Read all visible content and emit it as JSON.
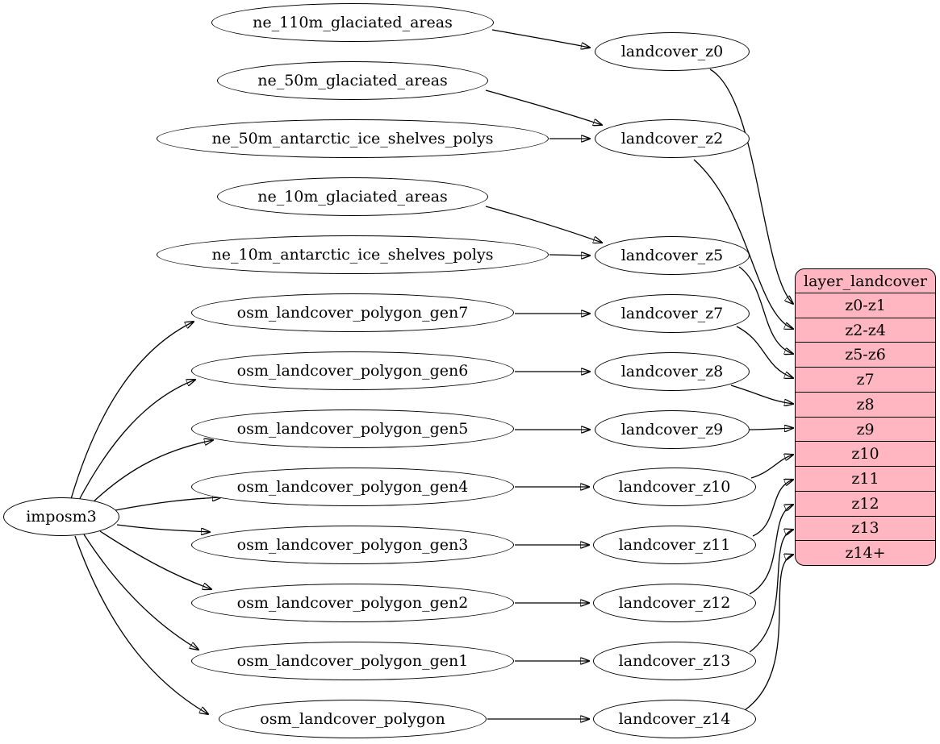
{
  "colors": {
    "background": "#ffffff",
    "node_fill": "#ffffff",
    "node_stroke": "#000000",
    "edge_stroke": "#000000",
    "table_fill": "#ffb6c1",
    "text": "#000000"
  },
  "root_node": {
    "label": "imposm3"
  },
  "source_nodes": [
    "ne_110m_glaciated_areas",
    "ne_50m_glaciated_areas",
    "ne_50m_antarctic_ice_shelves_polys",
    "ne_10m_glaciated_areas",
    "ne_10m_antarctic_ice_shelves_polys",
    "osm_landcover_polygon_gen7",
    "osm_landcover_polygon_gen6",
    "osm_landcover_polygon_gen5",
    "osm_landcover_polygon_gen4",
    "osm_landcover_polygon_gen3",
    "osm_landcover_polygon_gen2",
    "osm_landcover_polygon_gen1",
    "osm_landcover_polygon"
  ],
  "generalized_nodes": [
    "landcover_z0",
    "landcover_z2",
    "landcover_z5",
    "landcover_z7",
    "landcover_z8",
    "landcover_z9",
    "landcover_z10",
    "landcover_z11",
    "landcover_z12",
    "landcover_z13",
    "landcover_z14"
  ],
  "layer_table": {
    "title": "layer_landcover",
    "rows": [
      "z0-z1",
      "z2-z4",
      "z5-z6",
      "z7",
      "z8",
      "z9",
      "z10",
      "z11",
      "z12",
      "z13",
      "z14+"
    ]
  },
  "edges": [
    [
      "imposm3",
      "osm_landcover_polygon_gen7"
    ],
    [
      "imposm3",
      "osm_landcover_polygon_gen6"
    ],
    [
      "imposm3",
      "osm_landcover_polygon_gen5"
    ],
    [
      "imposm3",
      "osm_landcover_polygon_gen4"
    ],
    [
      "imposm3",
      "osm_landcover_polygon_gen3"
    ],
    [
      "imposm3",
      "osm_landcover_polygon_gen2"
    ],
    [
      "imposm3",
      "osm_landcover_polygon_gen1"
    ],
    [
      "imposm3",
      "osm_landcover_polygon"
    ],
    [
      "ne_110m_glaciated_areas",
      "landcover_z0"
    ],
    [
      "ne_50m_glaciated_areas",
      "landcover_z2"
    ],
    [
      "ne_50m_antarctic_ice_shelves_polys",
      "landcover_z2"
    ],
    [
      "ne_10m_glaciated_areas",
      "landcover_z5"
    ],
    [
      "ne_10m_antarctic_ice_shelves_polys",
      "landcover_z5"
    ],
    [
      "osm_landcover_polygon_gen7",
      "landcover_z7"
    ],
    [
      "osm_landcover_polygon_gen6",
      "landcover_z8"
    ],
    [
      "osm_landcover_polygon_gen5",
      "landcover_z9"
    ],
    [
      "osm_landcover_polygon_gen4",
      "landcover_z10"
    ],
    [
      "osm_landcover_polygon_gen3",
      "landcover_z11"
    ],
    [
      "osm_landcover_polygon_gen2",
      "landcover_z12"
    ],
    [
      "osm_landcover_polygon_gen1",
      "landcover_z13"
    ],
    [
      "osm_landcover_polygon",
      "landcover_z14"
    ],
    [
      "landcover_z0",
      "layer_landcover:z0-z1"
    ],
    [
      "landcover_z2",
      "layer_landcover:z2-z4"
    ],
    [
      "landcover_z5",
      "layer_landcover:z5-z6"
    ],
    [
      "landcover_z7",
      "layer_landcover:z7"
    ],
    [
      "landcover_z8",
      "layer_landcover:z8"
    ],
    [
      "landcover_z9",
      "layer_landcover:z9"
    ],
    [
      "landcover_z10",
      "layer_landcover:z10"
    ],
    [
      "landcover_z11",
      "layer_landcover:z11"
    ],
    [
      "landcover_z12",
      "layer_landcover:z12"
    ],
    [
      "landcover_z13",
      "layer_landcover:z13"
    ],
    [
      "landcover_z14",
      "layer_landcover:z14+"
    ]
  ]
}
